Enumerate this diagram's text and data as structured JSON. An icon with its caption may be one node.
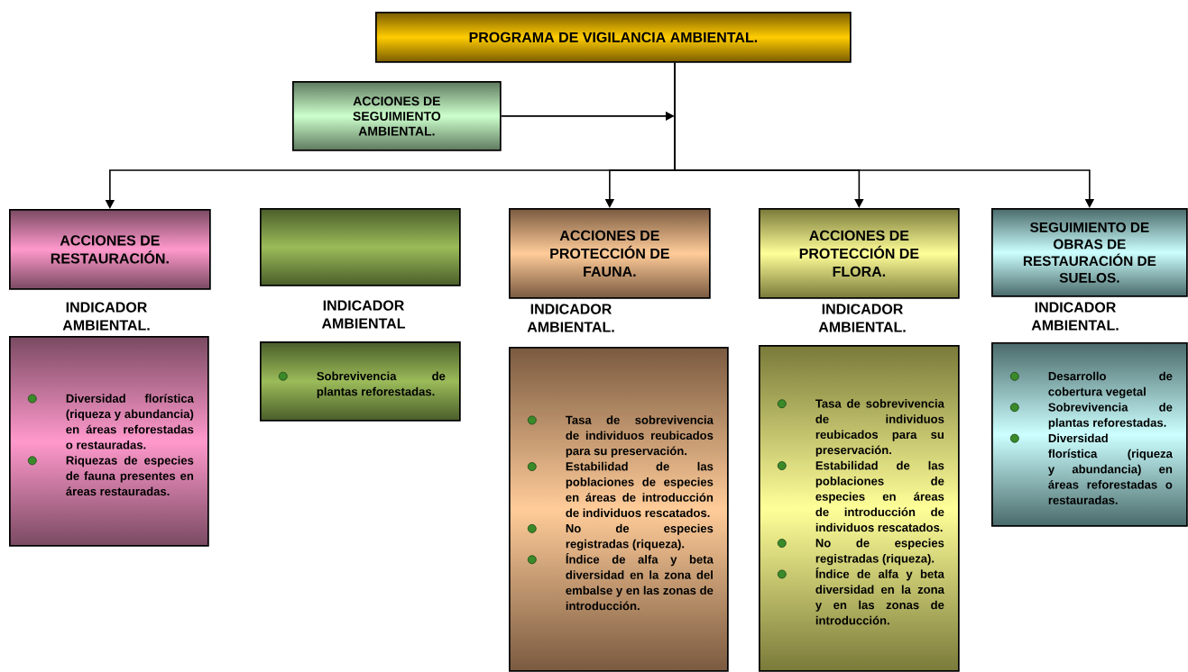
{
  "diagram": {
    "nodes": [
      {
        "text": [
          "PROGRAMA DE VIGILANCIA AMBIENTAL."
        ]
      },
      {
        "text": [
          "ACCIONES DE SEGUIMIENTO AMBIENTAL."
        ]
      },
      {
        "text": [
          "ACCIONES DE RESTAURACIÓN."
        ]
      },
      {
        "text": [],
        "shape": "box"
      },
      {
        "text": [
          "ACCIONES DE PROTECCIÓN DE FAUNA."
        ]
      },
      {
        "text": [
          "ACCIONES DE PROTECCIÓN DE FLORA."
        ]
      },
      {
        "text": [
          "SEGUIMIENTO DE OBRAS DE RESTAURACIÓN DE SUELOS."
        ]
      },
      {
        "text": [
          "INDICADOR AMBIENTAL.",
          "Diversidad florística (riqueza y abundancia) en áreas reforestadas o restauradas.",
          "Riquezas de especies de fauna presentes en áreas restauradas."
        ]
      },
      {
        "text": [
          "INDICADOR AMBIENTAL",
          "Sobrevivencia de plantas reforestadas."
        ]
      },
      {
        "text": [
          "INDICADOR AMBIENTAL.",
          "Tasa de sobrevivencia de individuos reubicados para su preservación.",
          "Estabilidad de las poblaciones de especies en áreas de introducción de individuos rescatados.",
          "No de especies registradas (riqueza).",
          "Índice de alfa y beta diversidad en la zona del embalse y en las zonas de introducción."
        ]
      },
      {
        "text": [
          "INDICADOR AMBIENTAL.",
          "Tasa de sobrevivencia de individuos reubicados para su preservación.",
          "Estabilidad de las poblaciones de especies en áreas de introducción de individuos rescatados.",
          "No de especies registradas (riqueza).",
          "Índice de alfa y beta diversidad en la zona y en las zonas de introducción."
        ]
      },
      {
        "text": [
          "INDICADOR AMBIENTAL.",
          "Desarrollo de cobertura vegetal",
          "Sobrevivencia de plantas reforestadas.",
          "Diversidad florística (riqueza y abundancia) en áreas reforestadas o restauradas."
        ]
      }
    ],
    "edges": [
      {
        "from": 1,
        "to": null,
        "arrow": "to"
      },
      {
        "from": 0,
        "to": 2,
        "arrow": "to"
      },
      {
        "from": 0,
        "to": 4,
        "arrow": "to"
      },
      {
        "from": 0,
        "to": 5,
        "arrow": "to"
      },
      {
        "from": 0,
        "to": 6,
        "arrow": "to"
      }
    ]
  }
}
